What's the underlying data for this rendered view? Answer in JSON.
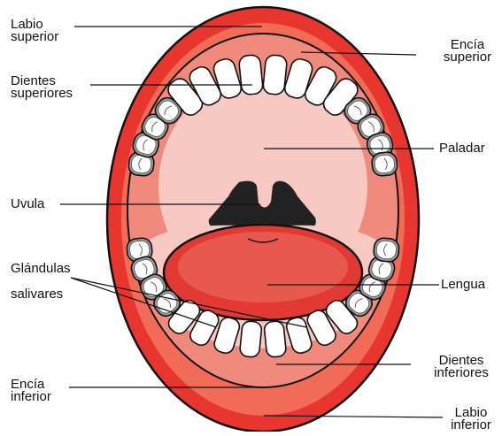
{
  "colors": {
    "lip": "#e8362e",
    "lip_highlight": "#f26b57",
    "gum": "#f08a7c",
    "palate": "#f7c9c2",
    "throat": "#222222",
    "tongue": "#e23a33",
    "tooth": "#ffffff",
    "molar_shade": "#9a9a9a",
    "outline": "#111111"
  },
  "labels": {
    "labio_superior": [
      "Labio",
      "superior"
    ],
    "encia_superior": [
      "Encía",
      "superior"
    ],
    "dientes_superiores": [
      "Dientes",
      "superiores"
    ],
    "paladar": [
      "Paladar"
    ],
    "uvula": [
      "Uvula"
    ],
    "glandulas_salivares": [
      "Glándulas",
      "salivares"
    ],
    "lengua": [
      "Lengua"
    ],
    "dientes_inferiores": [
      "Dientes",
      "inferiores"
    ],
    "encia_inferior": [
      "Encía",
      "inferior"
    ],
    "labio_inferior": [
      "Labio",
      "inferior"
    ]
  }
}
